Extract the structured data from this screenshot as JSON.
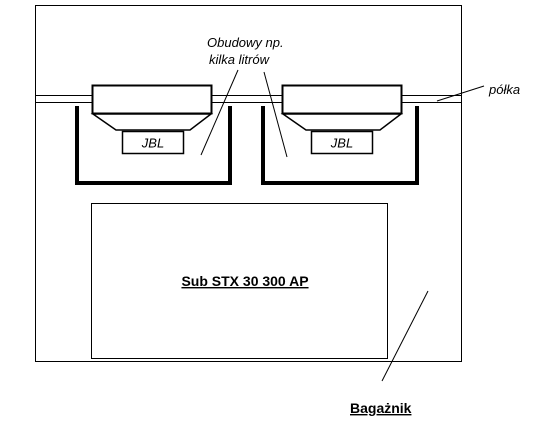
{
  "labels": {
    "enclosures_line1": "Obudowy np.",
    "enclosures_line2": "kilka litrów",
    "shelf": "półka",
    "left_speaker": "JBL",
    "right_speaker": "JBL",
    "subwoofer": "Sub STX 30 300 AP",
    "trunk": "Bagażnik"
  }
}
